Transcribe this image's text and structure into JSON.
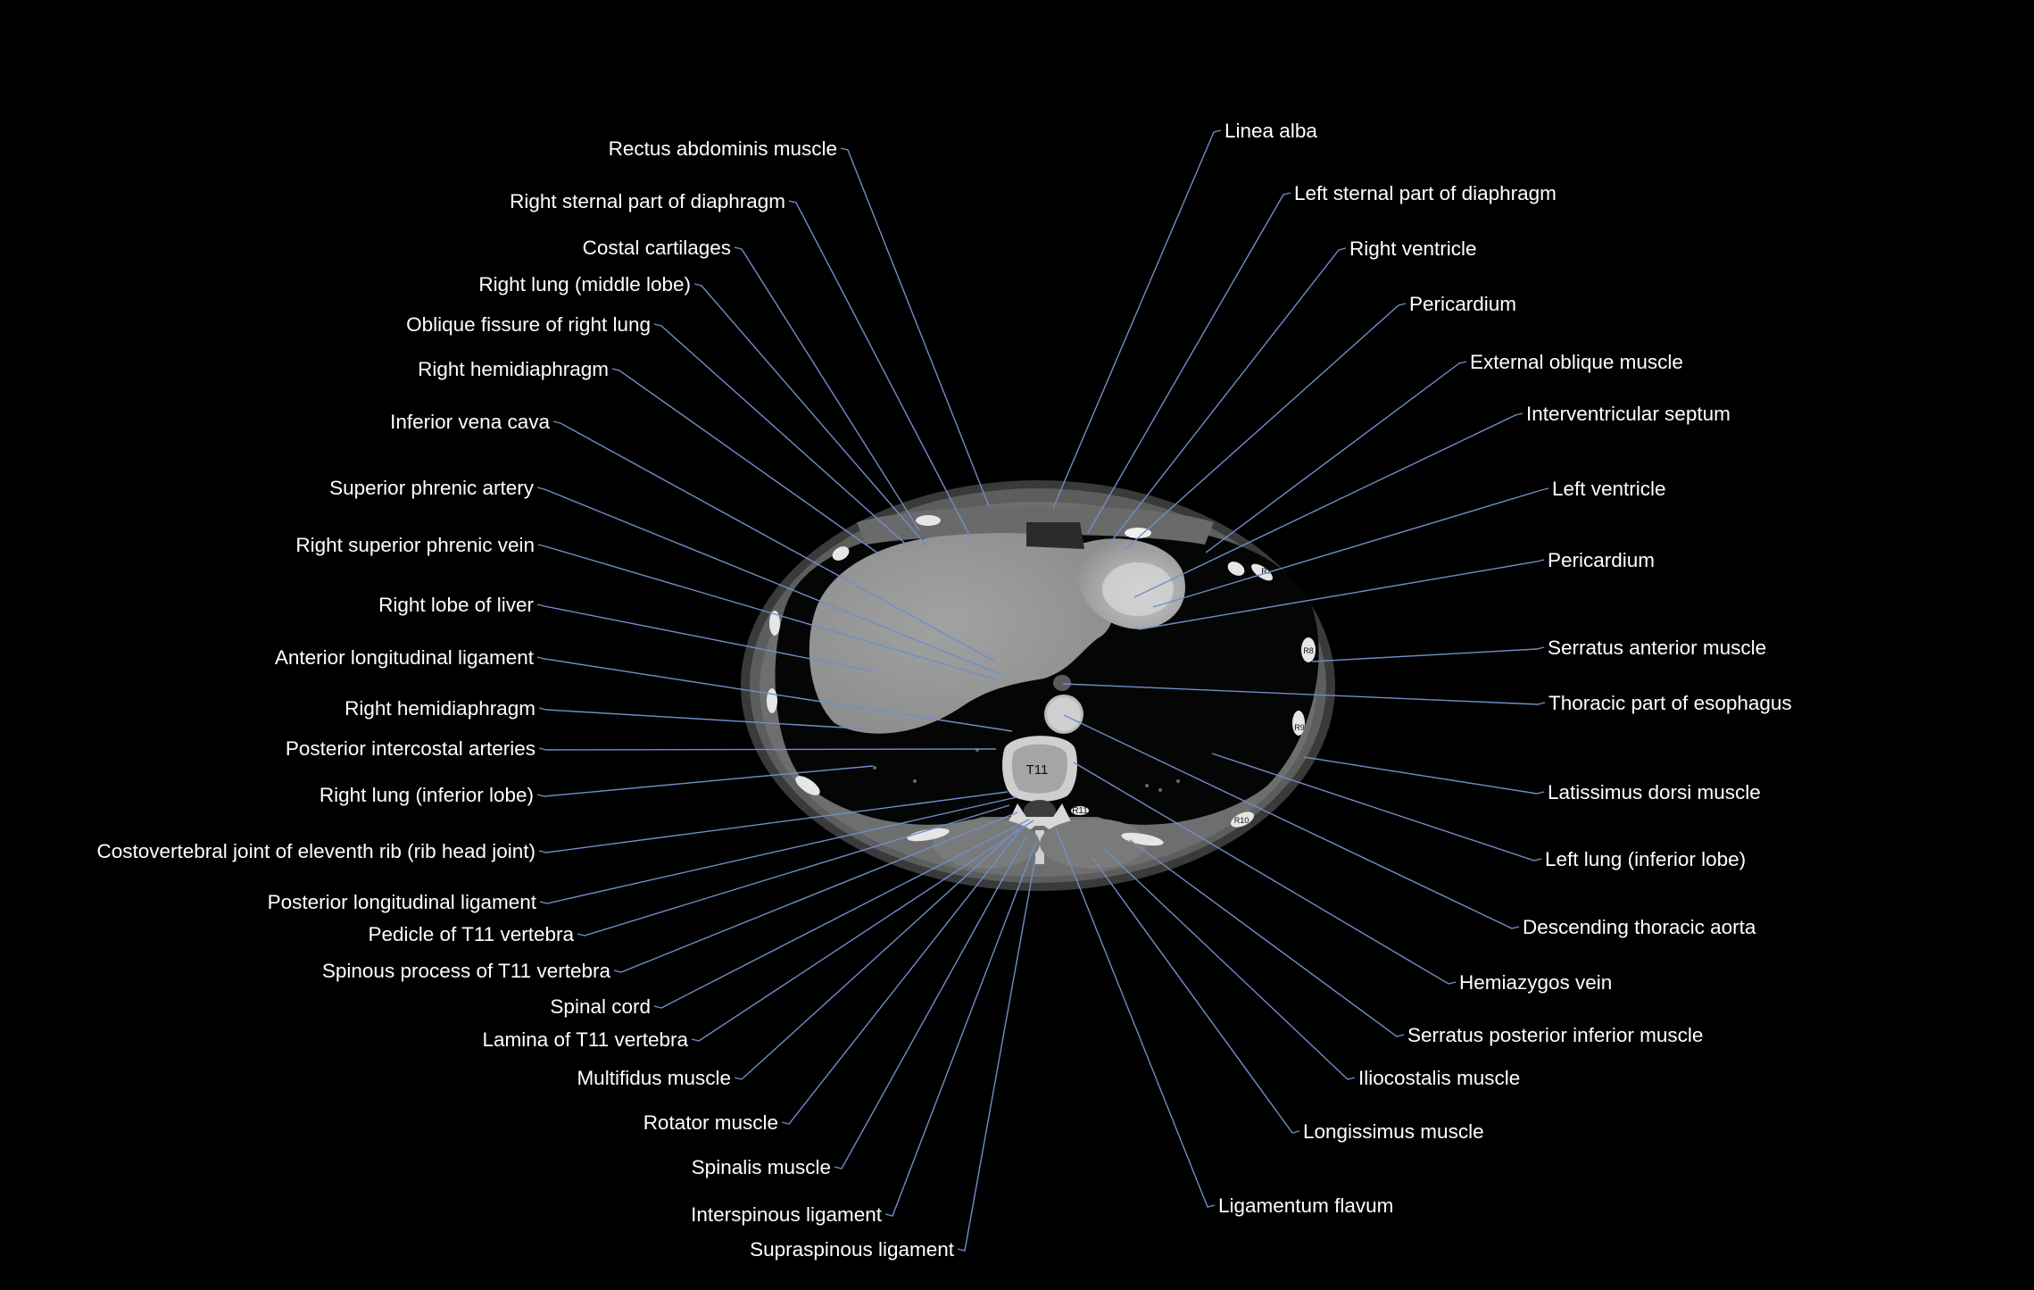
{
  "figure": {
    "vertebra_label": "T11",
    "rib_labels": [
      "R7",
      "R8",
      "R9",
      "R10",
      "R11"
    ],
    "colors": {
      "background": "#000000",
      "leader_line": "#6f8ec8",
      "label_text": "#ffffff"
    }
  },
  "labels": [
    {
      "id": "rectus-abdominis-muscle",
      "text": "Rectus abdominis muscle",
      "side": "left"
    },
    {
      "id": "right-sternal-part-of-diaphragm",
      "text": "Right sternal part of diaphragm",
      "side": "left"
    },
    {
      "id": "costal-cartilages",
      "text": "Costal cartilages",
      "side": "left"
    },
    {
      "id": "right-lung-middle-lobe",
      "text": "Right lung (middle lobe)",
      "side": "left"
    },
    {
      "id": "oblique-fissure-of-right-lung",
      "text": "Oblique fissure of right lung",
      "side": "left"
    },
    {
      "id": "right-hemidiaphragm-upper",
      "text": "Right hemidiaphragm",
      "side": "left"
    },
    {
      "id": "inferior-vena-cava",
      "text": "Inferior vena cava",
      "side": "left"
    },
    {
      "id": "superior-phrenic-artery",
      "text": "Superior phrenic artery",
      "side": "left"
    },
    {
      "id": "right-superior-phrenic-vein",
      "text": "Right superior phrenic vein",
      "side": "left"
    },
    {
      "id": "right-lobe-of-liver",
      "text": "Right lobe of liver",
      "side": "left"
    },
    {
      "id": "anterior-longitudinal-ligament",
      "text": "Anterior longitudinal ligament",
      "side": "left"
    },
    {
      "id": "right-hemidiaphragm-lower",
      "text": "Right hemidiaphragm",
      "side": "left"
    },
    {
      "id": "posterior-intercostal-arteries",
      "text": "Posterior intercostal arteries",
      "side": "left"
    },
    {
      "id": "right-lung-inferior-lobe",
      "text": "Right lung (inferior lobe)",
      "side": "left"
    },
    {
      "id": "costovertebral-joint",
      "text": "Costovertebral joint of eleventh rib (rib head joint)",
      "side": "left"
    },
    {
      "id": "posterior-longitudinal-ligament",
      "text": "Posterior longitudinal ligament",
      "side": "left"
    },
    {
      "id": "pedicle-of-t11",
      "text": "Pedicle of T11 vertebra",
      "side": "left"
    },
    {
      "id": "spinous-process-of-t11",
      "text": "Spinous process of T11 vertebra",
      "side": "left"
    },
    {
      "id": "spinal-cord",
      "text": "Spinal cord",
      "side": "left"
    },
    {
      "id": "lamina-of-t11",
      "text": "Lamina of T11 vertebra",
      "side": "left"
    },
    {
      "id": "multifidus-muscle",
      "text": "Multifidus muscle",
      "side": "left"
    },
    {
      "id": "rotator-muscle",
      "text": "Rotator muscle",
      "side": "left"
    },
    {
      "id": "spinalis-muscle",
      "text": "Spinalis muscle",
      "side": "left"
    },
    {
      "id": "interspinous-ligament",
      "text": "Interspinous ligament",
      "side": "left"
    },
    {
      "id": "supraspinous-ligament",
      "text": "Supraspinous ligament",
      "side": "left"
    },
    {
      "id": "linea-alba",
      "text": "Linea alba",
      "side": "right"
    },
    {
      "id": "left-sternal-part-of-diaphragm",
      "text": "Left sternal part of diaphragm",
      "side": "right"
    },
    {
      "id": "right-ventricle",
      "text": "Right ventricle",
      "side": "right"
    },
    {
      "id": "pericardium-upper",
      "text": "Pericardium",
      "side": "right"
    },
    {
      "id": "external-oblique-muscle",
      "text": "External oblique muscle",
      "side": "right"
    },
    {
      "id": "interventricular-septum",
      "text": "Interventricular septum",
      "side": "right"
    },
    {
      "id": "left-ventricle",
      "text": "Left ventricle",
      "side": "right"
    },
    {
      "id": "pericardium-lower",
      "text": "Pericardium",
      "side": "right"
    },
    {
      "id": "serratus-anterior-muscle",
      "text": "Serratus anterior muscle",
      "side": "right"
    },
    {
      "id": "thoracic-part-of-esophagus",
      "text": "Thoracic part of esophagus",
      "side": "right"
    },
    {
      "id": "latissimus-dorsi-muscle",
      "text": "Latissimus dorsi muscle",
      "side": "right"
    },
    {
      "id": "left-lung-inferior-lobe",
      "text": "Left lung (inferior lobe)",
      "side": "right"
    },
    {
      "id": "descending-thoracic-aorta",
      "text": "Descending thoracic aorta",
      "side": "right"
    },
    {
      "id": "hemiazygos-vein",
      "text": "Hemiazygos vein",
      "side": "right"
    },
    {
      "id": "serratus-posterior-inferior-muscle",
      "text": "Serratus posterior inferior muscle",
      "side": "right"
    },
    {
      "id": "iliocostalis-muscle",
      "text": "Iliocostalis muscle",
      "side": "right"
    },
    {
      "id": "longissimus-muscle",
      "text": "Longissimus muscle",
      "side": "right"
    },
    {
      "id": "ligamentum-flavum",
      "text": "Ligamentum flavum",
      "side": "right"
    }
  ]
}
